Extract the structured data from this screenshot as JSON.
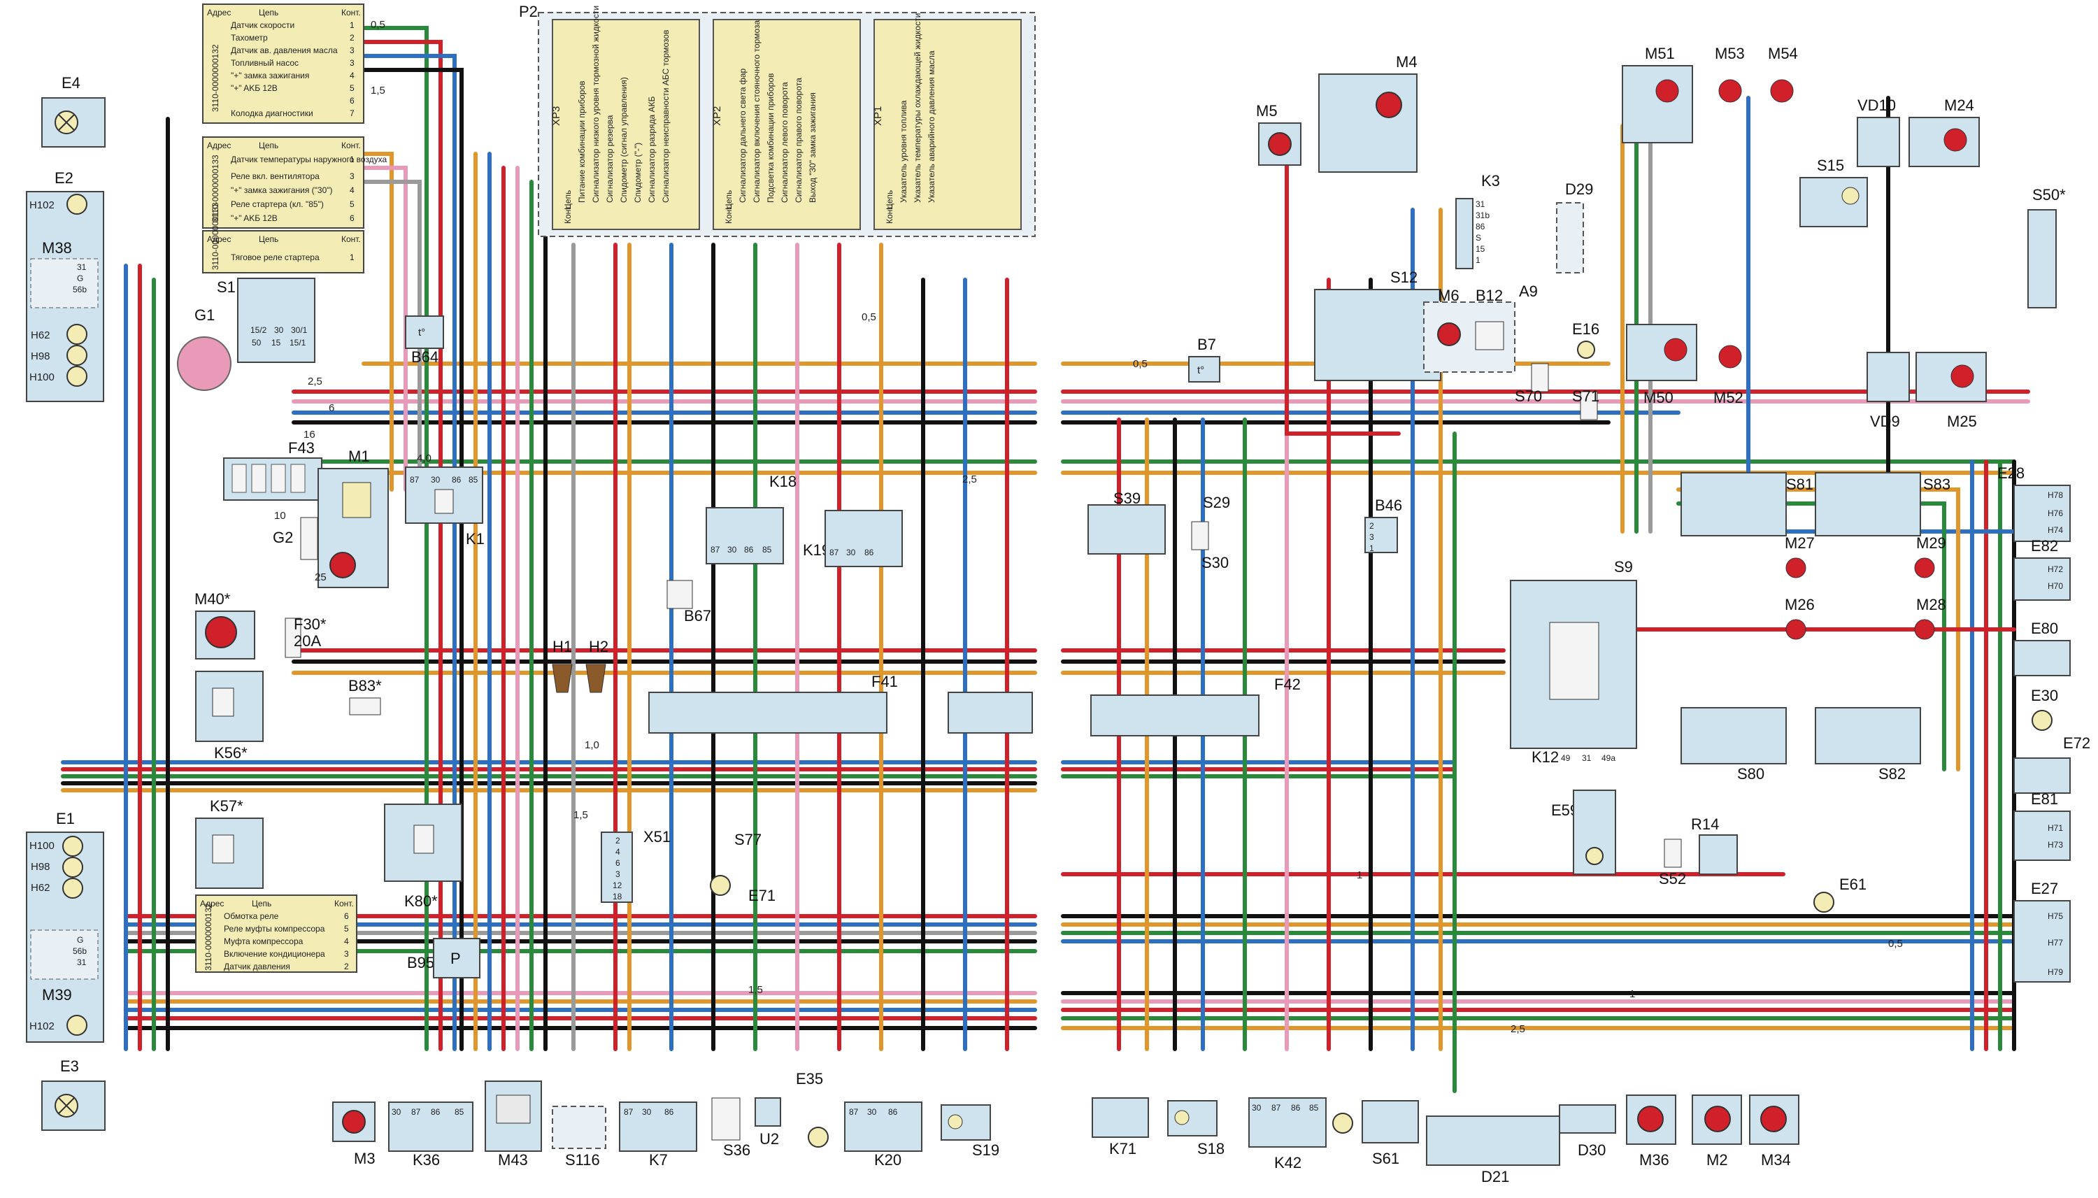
{
  "palette": {
    "red": "#d0202a",
    "blue": "#2d6fc0",
    "green": "#2a8a3c",
    "black": "#111111",
    "orange": "#e0962a",
    "pink": "#e89ab8",
    "grey": "#9a9a9a",
    "brown": "#8a5a2a",
    "violet": "#7a3fa0",
    "white": "#f4f4f4",
    "box": "#cfe3ef",
    "yellow": "#f4ecb5"
  },
  "components": {
    "E4": "E4",
    "E2": "E2",
    "M38": "M38",
    "E1": "E1",
    "M39": "M39",
    "E3": "E3",
    "G1": "G1",
    "S1": "S1",
    "F43": "F43",
    "M1": "M1",
    "K1": "K1",
    "G2": "G2",
    "M40": "M40*",
    "F30": "F30*",
    "F30_rating": "20A",
    "K56": "K56*",
    "B83": "B83*",
    "K57": "K57*",
    "K80": "K80*",
    "B95": "B95*",
    "B95_inner": "P",
    "B64": "B64",
    "P2": "P2",
    "XP3": "XP3",
    "XP2": "XP2",
    "XP1": "XP1",
    "H1": "H1",
    "H2": "H2",
    "K18": "K18",
    "K19": "K19",
    "B67": "B67",
    "F41": "F41",
    "X51": "X51",
    "S77": "S77",
    "E71": "E71",
    "M3": "M3",
    "K36": "K36",
    "M43": "M43",
    "S116": "S116",
    "K7": "K7",
    "S36": "S36",
    "U2": "U2",
    "E35": "E35",
    "K20": "K20",
    "S19": "S19",
    "B7": "B7",
    "M5": "M5",
    "M4": "M4",
    "K3": "K3",
    "S12": "S12",
    "M6": "M6",
    "B12": "B12",
    "A9": "A9",
    "E16": "E16",
    "S70": "S70",
    "S71": "S71",
    "S39": "S39",
    "S29": "S29",
    "S30": "S30",
    "B46": "B46",
    "F42": "F42",
    "S9": "S9",
    "K12": "K12",
    "E59": "E59",
    "S52": "S52",
    "R14": "R14",
    "E61": "E61",
    "K71": "K71",
    "S18": "S18",
    "K42": "K42",
    "S61": "S61",
    "D21": "D21",
    "D30": "D30",
    "M36": "M36",
    "M2": "M2",
    "M34": "M34",
    "D29": "D29",
    "M51": "M51",
    "M53": "M53",
    "M54": "M54",
    "M50": "M50",
    "M52": "M52",
    "VD10": "VD10",
    "M24": "M24",
    "S15": "S15",
    "S50": "S50*",
    "VD9": "VD9",
    "M25": "M25",
    "S81": "S81",
    "S83": "S83",
    "M27": "M27",
    "M29": "M29",
    "M26": "M26",
    "M28": "M28",
    "S80": "S80",
    "S82": "S82",
    "E28": "E28",
    "E82": "E82",
    "E80": "E80",
    "E30": "E30",
    "E72": "E72",
    "E81": "E81",
    "E27": "E27"
  },
  "lamp_pins": {
    "E2": [
      "H102",
      "H62",
      "H98",
      "H100"
    ],
    "E1": [
      "H100",
      "H98",
      "H62"
    ],
    "M39_lamp": "H102",
    "M38_pins": [
      "31",
      "G",
      "56b"
    ],
    "M39_pins": [
      "G",
      "56b",
      "31"
    ],
    "E28": [
      "H78",
      "H76",
      "H74"
    ],
    "E82": [
      "H72",
      "H70"
    ],
    "E81": [
      "H71",
      "H73"
    ],
    "E27": [
      "H75",
      "H77",
      "H79"
    ]
  },
  "table_top": {
    "header": [
      "Адрес",
      "Цепь",
      "Конт."
    ],
    "address": "3110-0000000132",
    "rows": [
      [
        "Датчик скорости",
        "1"
      ],
      [
        "Тахометр",
        "2"
      ],
      [
        "Датчик ав. давления масла",
        "3"
      ],
      [
        "Топливный насос",
        "3"
      ],
      [
        "\"+\" замка зажигания",
        "4"
      ],
      [
        "\"+\" AKБ 12В",
        "5"
      ],
      [
        "",
        "6"
      ],
      [
        "Колодка диагностики",
        "7"
      ]
    ]
  },
  "table_mid": {
    "header": [
      "Адрес",
      "Цепь",
      "Конт."
    ],
    "address": "3110-0000000133",
    "rows": [
      [
        "Датчик температуры наружного воздуха",
        "1"
      ],
      [
        "Реле вкл. вентилятора",
        "3"
      ],
      [
        "\"+\" замка зажигания (\"30\")",
        "4"
      ],
      [
        "Реле стартера (кл. \"85\")",
        "5"
      ],
      [
        "\"+\" AKБ 12В",
        "6"
      ]
    ]
  },
  "table_small": {
    "header": [
      "Адрес",
      "Цепь",
      "Конт."
    ],
    "address": "3110-0000000133",
    "rows": [
      [
        "Тяговое реле стартера",
        "1"
      ]
    ]
  },
  "table_bottom": {
    "header": [
      "Адрес",
      "Цепь",
      "Конт."
    ],
    "address": "3110-0000000132",
    "rows": [
      [
        "Обмотка реле",
        "6"
      ],
      [
        "Реле муфты компрессора",
        "5"
      ],
      [
        "Муфта компрессора",
        "4"
      ],
      [
        "Включение кондиционера",
        "3"
      ],
      [
        "Датчик давления",
        "2"
      ]
    ]
  },
  "xp3": {
    "col_header": "Цепь",
    "cont_header": "Конт.",
    "rows": [
      "Питание комбинации приборов",
      "Сигнализатор низкого уровня тормозной жидкости",
      "Сигнализатор резерва",
      "Спидометр (сигнал управления)",
      "Спидометр (\"-\")",
      "Сигнализатор разряда АКБ",
      "Сигнализатор неисправности АБС тормозов"
    ]
  },
  "xp2": {
    "col_header": "Цепь",
    "cont_header": "Конт.",
    "rows": [
      "Сигнализатор дальнего света фар",
      "Сигнализатор включения стояночного тормоза",
      "Подсветка комбинации приборов",
      "Сигнализатор левого поворота",
      "Сигнализатор правого поворота",
      "Выход \"30\" замка зажигания"
    ]
  },
  "xp1": {
    "col_header": "Цепь",
    "cont_header": "Конт.",
    "rows": [
      "Указатель уровня топлива",
      "Указатель температуры охлаждающей жидкости",
      "Указатель аварийного давления масла"
    ]
  },
  "wire_labels": {
    "w05": "0,5",
    "w15": "1,5",
    "w25": "2,5",
    "w40": "4,0",
    "w6": "6",
    "w10": "10",
    "w16": "16",
    "w1": "1",
    "w10b": "1,0",
    "w25b": "25"
  },
  "relay_pins": [
    "87",
    "30",
    "86",
    "85"
  ],
  "s1_pins": [
    "15/2",
    "30",
    "30/1",
    "50",
    "15",
    "15/1"
  ],
  "k3_pins": [
    "31",
    "31b",
    "86",
    "S",
    "15",
    "1"
  ],
  "k12_pins": [
    "49",
    "31",
    "49a"
  ],
  "x51_pins": [
    "2",
    "4",
    "6",
    "3",
    "12",
    "18"
  ],
  "b46_pins": [
    "2",
    "3",
    "1"
  ]
}
